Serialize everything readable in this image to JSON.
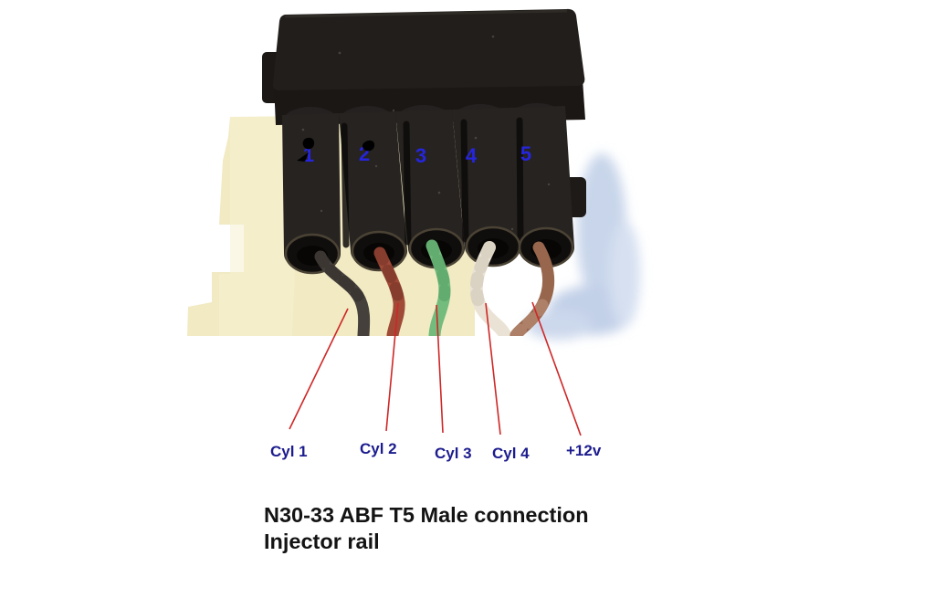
{
  "diagram": {
    "title_line1": "N30-33 ABF T5 Male connection",
    "title_line2": "Injector rail",
    "pins": [
      {
        "number": "1",
        "label": "Cyl 1",
        "wire_color_name": "black",
        "wire_color": "#45403b"
      },
      {
        "number": "2",
        "label": "Cyl 2",
        "wire_color_name": "red",
        "wire_color": "#a04a38"
      },
      {
        "number": "3",
        "label": "Cyl 3",
        "wire_color_name": "green",
        "wire_color": "#74bb7e"
      },
      {
        "number": "4",
        "label": "Cyl 4",
        "wire_color_name": "white",
        "wire_color": "#eae3d5"
      },
      {
        "number": "5",
        "label": "+12v",
        "wire_color_name": "brown",
        "wire_color": "#97664d"
      }
    ],
    "colors": {
      "pin_number_text": "#2525dd",
      "wire_label_text": "#1c1c8e",
      "leader_line": "#cf2727",
      "caption_text": "#141414",
      "connector_body": "#242120",
      "connector_top": "#211e1b",
      "card_background": "#f1eac3",
      "shadow_blue": "#c8d5ea",
      "page_background": "#ffffff"
    }
  }
}
